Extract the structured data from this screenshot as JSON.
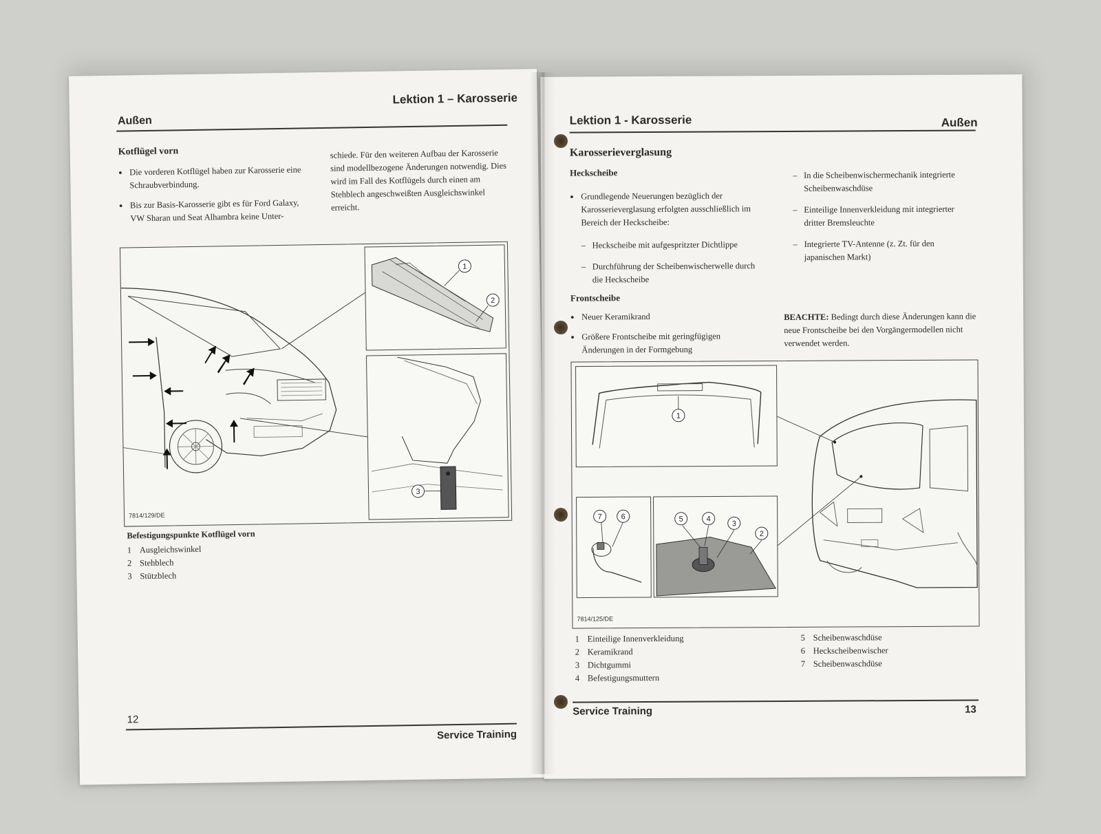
{
  "left_page": {
    "header_title": "Lektion 1 – Karosserie",
    "header_section": "Außen",
    "subheading": "Kotflügel vorn",
    "bullets": [
      "Die vorderen Kotflügel haben zur Karosserie eine Schraubverbindung.",
      "Bis zur Basis-Karosserie gibt es für Ford Galaxy, VW Sharan und Seat Alhambra keine Unter-"
    ],
    "continuation": "schiede. Für den weiteren Aufbau der Karosserie sind modellbezogene Änderungen notwendig. Dies wird im Fall des Kotflügels durch einen am Stehblech angeschweißten Ausgleichswinkel erreicht.",
    "figure_code": "7814/129/DE",
    "callouts": [
      "1",
      "2",
      "3"
    ],
    "caption_title": "Befestigungspunkte Kotflügel vorn",
    "legend": [
      {
        "num": "1",
        "text": "Ausgleichswinkel"
      },
      {
        "num": "2",
        "text": "Stehblech"
      },
      {
        "num": "3",
        "text": "Stützblech"
      }
    ],
    "page_number": "12",
    "footer": "Service Training"
  },
  "right_page": {
    "header_title": "Lektion 1 - Karosserie",
    "header_section": "Außen",
    "section_title": "Karosserieverglasung",
    "sub_heckscheibe": "Heckscheibe",
    "heck_bullet": "Grundlegende Neuerungen bezüglich der Karosserieverglasung erfolgten ausschließlich im Bereich der Heckscheibe:",
    "heck_dashes": [
      "Heckscheibe mit aufgespritzter Dichtlippe",
      "Durchführung der Scheibenwischerwelle durch die Heckscheibe"
    ],
    "sub_frontscheibe": "Frontscheibe",
    "front_bullets": [
      "Neuer Keramikrand",
      "Größere Frontscheibe mit geringfügigen Änderungen in der Formgebung"
    ],
    "right_dashes": [
      "In die Scheibenwischermechanik integrierte Scheibenwaschdüse",
      "Einteilige Innenverkleidung mit integrierter dritter Bremsleuchte",
      "Integrierte TV-Antenne (z. Zt. für den japanischen Markt)"
    ],
    "note_label": "BEACHTE:",
    "note_text": "Bedingt durch diese Änderungen kann die neue Frontscheibe bei den Vorgängermodellen nicht verwendet werden.",
    "figure_code": "7814/125/DE",
    "callouts": [
      "1",
      "2",
      "3",
      "4",
      "5",
      "6",
      "7"
    ],
    "legend_left": [
      {
        "num": "1",
        "text": "Einteilige Innenverkleidung"
      },
      {
        "num": "2",
        "text": "Keramikrand"
      },
      {
        "num": "3",
        "text": "Dichtgummi"
      },
      {
        "num": "4",
        "text": "Befestigungsmuttern"
      }
    ],
    "legend_right": [
      {
        "num": "5",
        "text": "Scheibenwaschdüse"
      },
      {
        "num": "6",
        "text": "Heckscheibenwischer"
      },
      {
        "num": "7",
        "text": "Scheibenwaschdüse"
      }
    ],
    "footer": "Service Training",
    "page_number": "13"
  }
}
